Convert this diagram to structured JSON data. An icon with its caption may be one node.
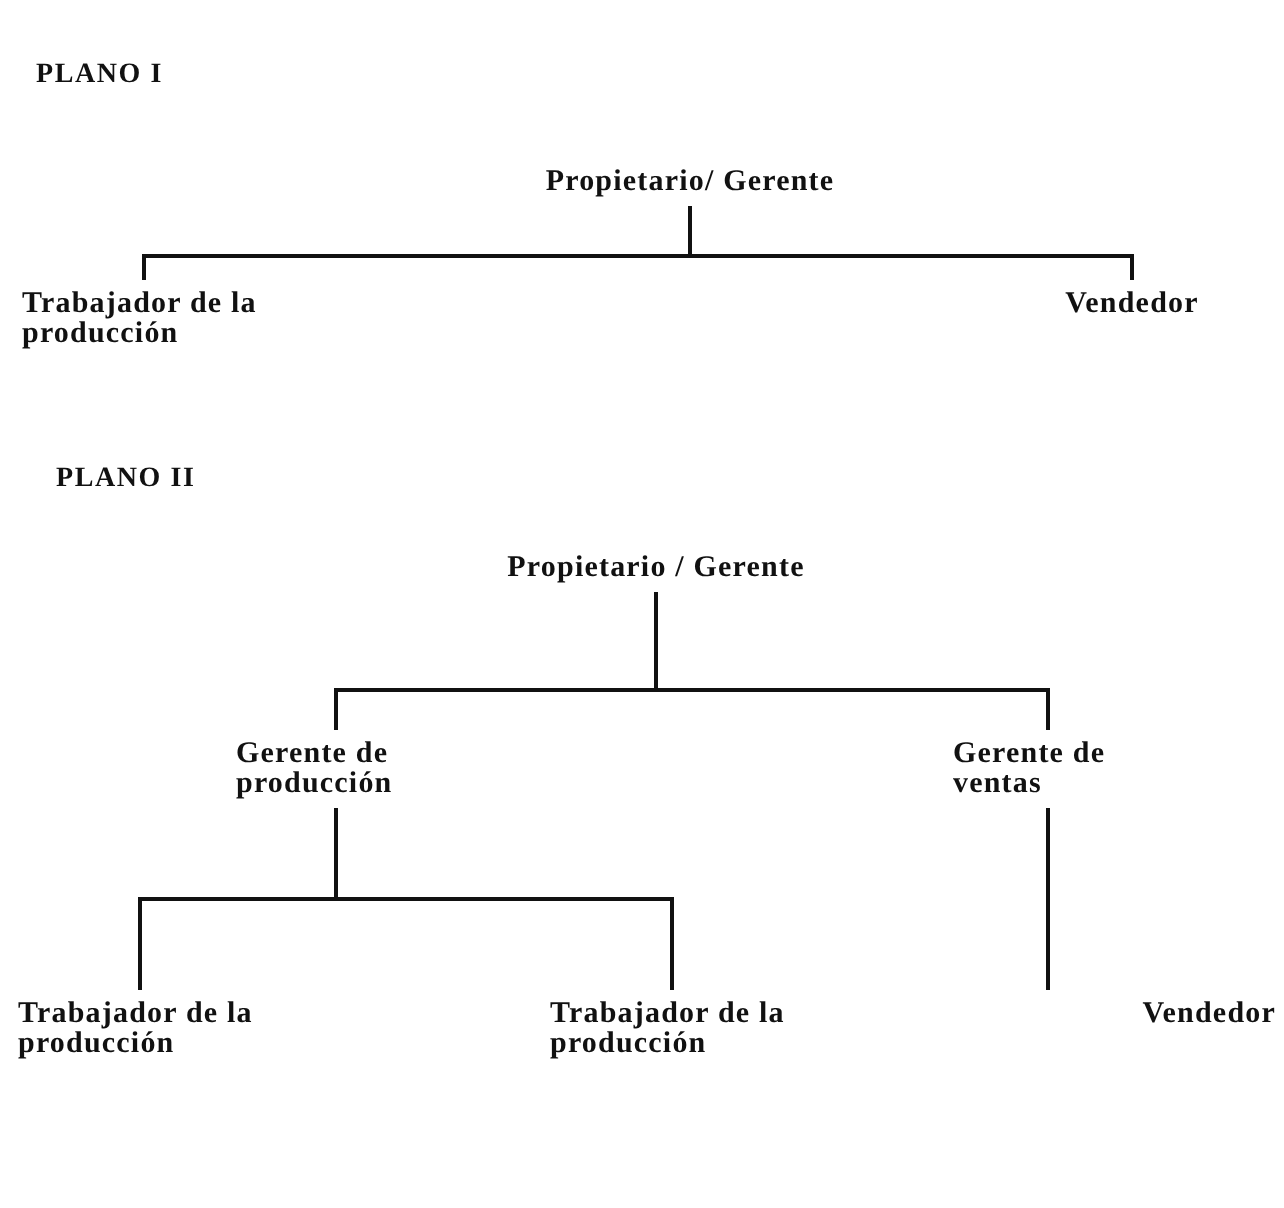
{
  "diagram": {
    "nodes": [
      {
        "text": [
          "Propietario/ Gerente"
        ]
      },
      {
        "text": [
          "Trabajador de la producción"
        ]
      },
      {
        "text": [
          "Vendedor"
        ]
      },
      {
        "text": [
          "Propietario / Gerente"
        ]
      },
      {
        "text": [
          "Gerente de producción"
        ]
      },
      {
        "text": [
          "Gerente de ventas"
        ]
      },
      {
        "text": [
          "Trabajador de la producción"
        ]
      },
      {
        "text": [
          "Trabajador de la producción"
        ]
      },
      {
        "text": [
          "Vendedor"
        ]
      }
    ],
    "edges": [
      {
        "from": 0,
        "to": 1,
        "arrow": "none"
      },
      {
        "from": 0,
        "to": 2,
        "arrow": "none"
      },
      {
        "from": 3,
        "to": 4,
        "arrow": "none"
      },
      {
        "from": 3,
        "to": 5,
        "arrow": "none"
      },
      {
        "from": 4,
        "to": 6,
        "arrow": "none"
      },
      {
        "from": 4,
        "to": 7,
        "arrow": "none"
      },
      {
        "from": 5,
        "to": 8,
        "arrow": "none"
      }
    ],
    "labels": [
      "PLANO I",
      "PLANO II"
    ]
  }
}
